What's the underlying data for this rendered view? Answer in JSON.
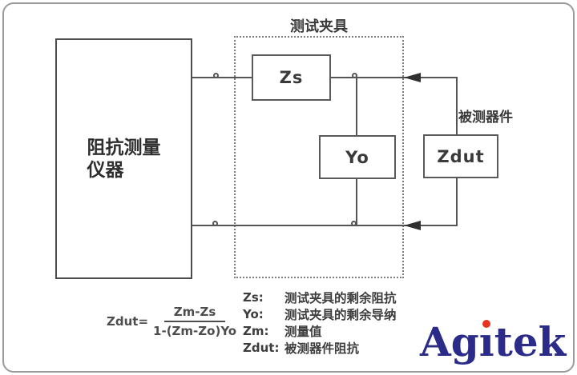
{
  "diagram": {
    "instrument_label": [
      "阻抗测量",
      "仪器"
    ],
    "fixture_title": "测试夹具",
    "zs_label": "Zs",
    "yo_label": "Yo",
    "dut_title": "被测器件",
    "zdut_label": "Zdut"
  },
  "formula": {
    "lhs": "Zdut=",
    "numerator": "Zm-Zs",
    "denominator": "1-(Zm-Zo)Yo"
  },
  "legend": {
    "items": [
      {
        "term": "Zs:",
        "desc": "测试夹具的剩余阻抗"
      },
      {
        "term": "Yo:",
        "desc": "测试夹具的剩余导纳"
      },
      {
        "term": "Zm:",
        "desc": "测量值"
      },
      {
        "term": "Zdut:",
        "desc": "被测器件阻抗"
      }
    ]
  },
  "logo": {
    "part1": "Ag",
    "i_char": "ı",
    "part2": "tek",
    "text_color": "#2b2b8a",
    "dot_color": "#e8341f"
  },
  "colors": {
    "wire": "#555555",
    "box_border": "#5a5a5a",
    "text": "#333333",
    "frame_border": "#9a9a9a"
  }
}
